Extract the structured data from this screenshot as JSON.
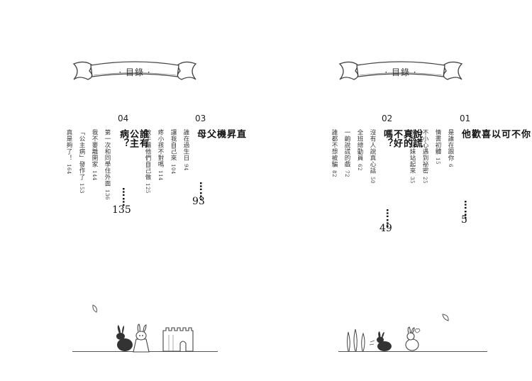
{
  "left_page": {
    "banner_title": "· 目錄 ·",
    "chapters": [
      {
        "number": "03",
        "title": "直昇機父母",
        "dots": "……",
        "page": "93",
        "items": [
          {
            "title": "誰在過生日",
            "page": "94"
          },
          {
            "title": "讓我自己來",
            "page": "104"
          },
          {
            "title": "疼小孩不對嗎",
            "page": "114"
          },
          {
            "title": "放手讓他們自己做",
            "page": "125"
          }
        ]
      },
      {
        "number": "04",
        "title": "誰有公主病？",
        "dots": "……",
        "page": "135",
        "items": [
          {
            "title": "第一次和同學住外面",
            "page": "136"
          },
          {
            "title": "我不要離開家",
            "page": "144"
          },
          {
            "title": "「公主病」發作了",
            "page": "153"
          },
          {
            "title": "真是夠了！",
            "page": "164"
          }
        ]
      }
    ]
  },
  "right_page": {
    "banner_title": "· 目錄 ·",
    "chapters": [
      {
        "number": "01",
        "title": "你不可以喜歡他",
        "dots": "……",
        "page": "5",
        "items": [
          {
            "title": "是誰在跟你",
            "page": "6"
          },
          {
            "title": "情書初體",
            "page": "15"
          },
          {
            "title": "不小心遇到祕密",
            "page": "25"
          },
          {
            "title": "姊姊妹妹站起來",
            "page": "35"
          }
        ]
      },
      {
        "number": "02",
        "title": "說謊真的不好嗎？",
        "dots": "……",
        "page": "49",
        "items": [
          {
            "title": "沒有人說真心話",
            "page": "50"
          },
          {
            "title": "全班總動員",
            "page": "62"
          },
          {
            "title": "一齣說謊的戲",
            "page": "72"
          },
          {
            "title": "誰都不想被騙",
            "page": "82"
          }
        ]
      }
    ]
  }
}
